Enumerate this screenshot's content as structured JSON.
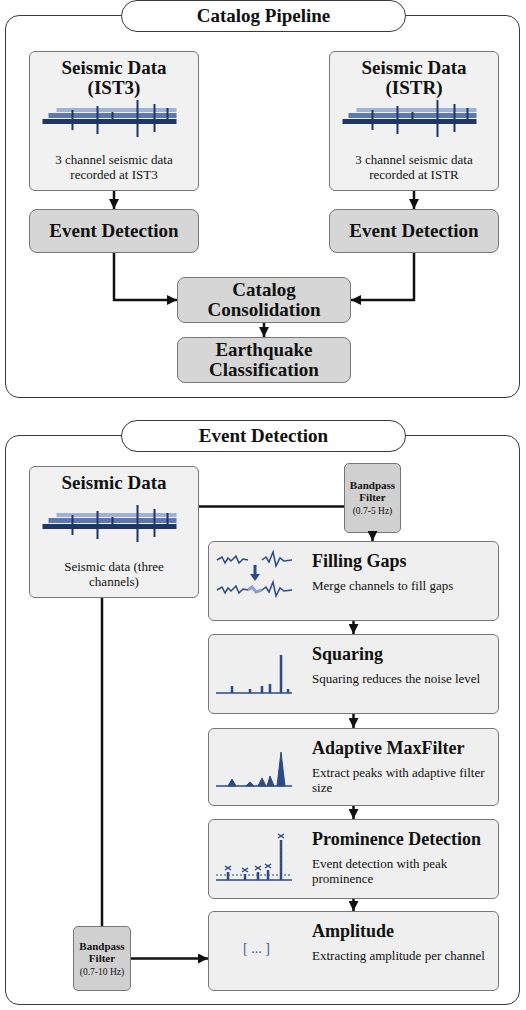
{
  "diagram": {
    "nodes": [
      {
        "text": [
          "Catalog Pipeline"
        ]
      },
      {
        "text": [
          "Seismic Data (IST3)",
          "3 channel seismic data recorded at IST3"
        ],
        "in": 0
      },
      {
        "text": [
          "Seismic Data (ISTR)",
          "3 channel seismic data recorded at ISTR"
        ],
        "in": 0
      },
      {
        "text": [
          "Event Detection"
        ],
        "in": 0
      },
      {
        "text": [
          "Event Detection"
        ],
        "in": 0
      },
      {
        "text": [
          "Catalog Consolidation"
        ],
        "in": 0
      },
      {
        "text": [
          "Earthquake Classification"
        ],
        "in": 0
      },
      {
        "text": [
          "Event Detection"
        ]
      },
      {
        "text": [
          "Seismic Data",
          "Seismic data (three channels)"
        ],
        "in": 7
      },
      {
        "text": [
          "Bandpass Filter",
          "(0.7-5 Hz)"
        ],
        "in": 7
      },
      {
        "text": [
          "Filling Gaps",
          "Merge channels to fill gaps"
        ],
        "in": 7
      },
      {
        "text": [
          "Squaring",
          "Squaring reduces the noise level"
        ],
        "in": 7
      },
      {
        "text": [
          "Adaptive MaxFilter",
          "Extract peaks with adaptive filter size"
        ],
        "in": 7
      },
      {
        "text": [
          "Prominence Detection",
          "Event detection with peak prominence"
        ],
        "in": 7
      },
      {
        "text": [
          "Bandpass Filter",
          "(0.7-10 Hz)"
        ],
        "in": 7
      },
      {
        "text": [
          "[ ... ]",
          "Amplitude",
          "Extracting amplitude per channel"
        ],
        "in": 7
      }
    ],
    "edges": [
      {
        "from": 1,
        "to": 3,
        "arrow": "to"
      },
      {
        "from": 2,
        "to": 4,
        "arrow": "to"
      },
      {
        "from": 3,
        "to": 5,
        "arrow": "to"
      },
      {
        "from": 4,
        "to": 5,
        "arrow": "to"
      },
      {
        "from": 5,
        "to": 6,
        "arrow": "to"
      },
      {
        "from": 8,
        "to": 9,
        "arrow": "none"
      },
      {
        "from": 9,
        "to": 10,
        "arrow": "to"
      },
      {
        "from": 10,
        "to": 11,
        "arrow": "to"
      },
      {
        "from": 11,
        "to": 12,
        "arrow": "to"
      },
      {
        "from": 12,
        "to": 13,
        "arrow": "to"
      },
      {
        "from": 13,
        "to": 15,
        "arrow": "to"
      },
      {
        "from": 8,
        "to": 14,
        "arrow": "none"
      },
      {
        "from": 14,
        "to": 15,
        "arrow": "to"
      }
    ]
  }
}
